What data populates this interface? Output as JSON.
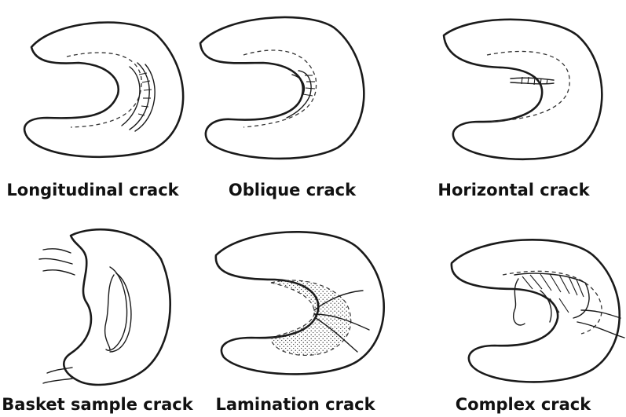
{
  "captions": {
    "longitudinal": "Longitudinal crack",
    "oblique": "Oblique crack",
    "horizontal": "Horizontal crack",
    "basket": "Basket sample crack",
    "lamination": "Lamination crack",
    "complex": "Complex crack"
  }
}
